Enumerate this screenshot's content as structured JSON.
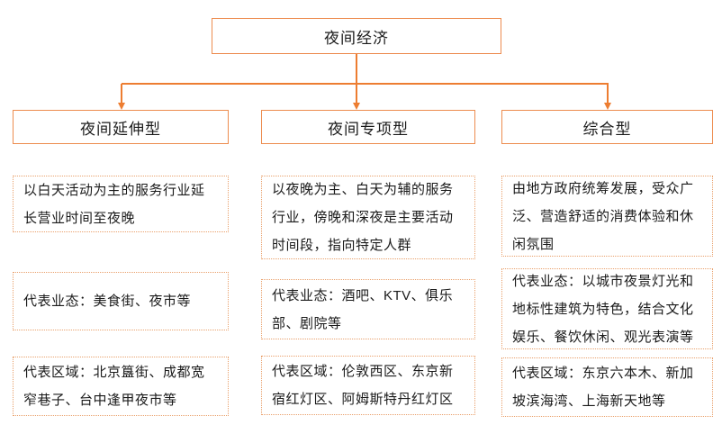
{
  "root": {
    "title": "夜间经济"
  },
  "colors": {
    "connector": "#ED7D31",
    "solid_box_border": "#ED8C4F",
    "dotted_box_border": "#E9A06B",
    "text": "#1A1A1A",
    "background": "#FFFFFF"
  },
  "columns": [
    {
      "header": "夜间延伸型",
      "description": "以白天活动为主的服务行业延长营业时间至夜晚",
      "formats": "代表业态：美食街、夜市等",
      "regions": "代表区域：北京簋街、成都宽窄巷子、台中逢甲夜市等"
    },
    {
      "header": "夜间专项型",
      "description": "以夜晚为主、白天为辅的服务行业，傍晚和深夜是主要活动时间段，指向特定人群",
      "formats": "代表业态：酒吧、KTV、俱乐部、剧院等",
      "regions": "代表区域：伦敦西区、东京新宿红灯区、阿姆斯特丹红灯区"
    },
    {
      "header": "综合型",
      "description": "由地方政府统筹发展，受众广泛、营造舒适的消费体验和休闲氛围",
      "formats": "代表业态：以城市夜景灯光和地标性建筑为特色，结合文化娱乐、餐饮休闲、观光表演等",
      "regions": "代表区域：东京六本木、新加坡滨海湾、上海新天地等"
    }
  ]
}
